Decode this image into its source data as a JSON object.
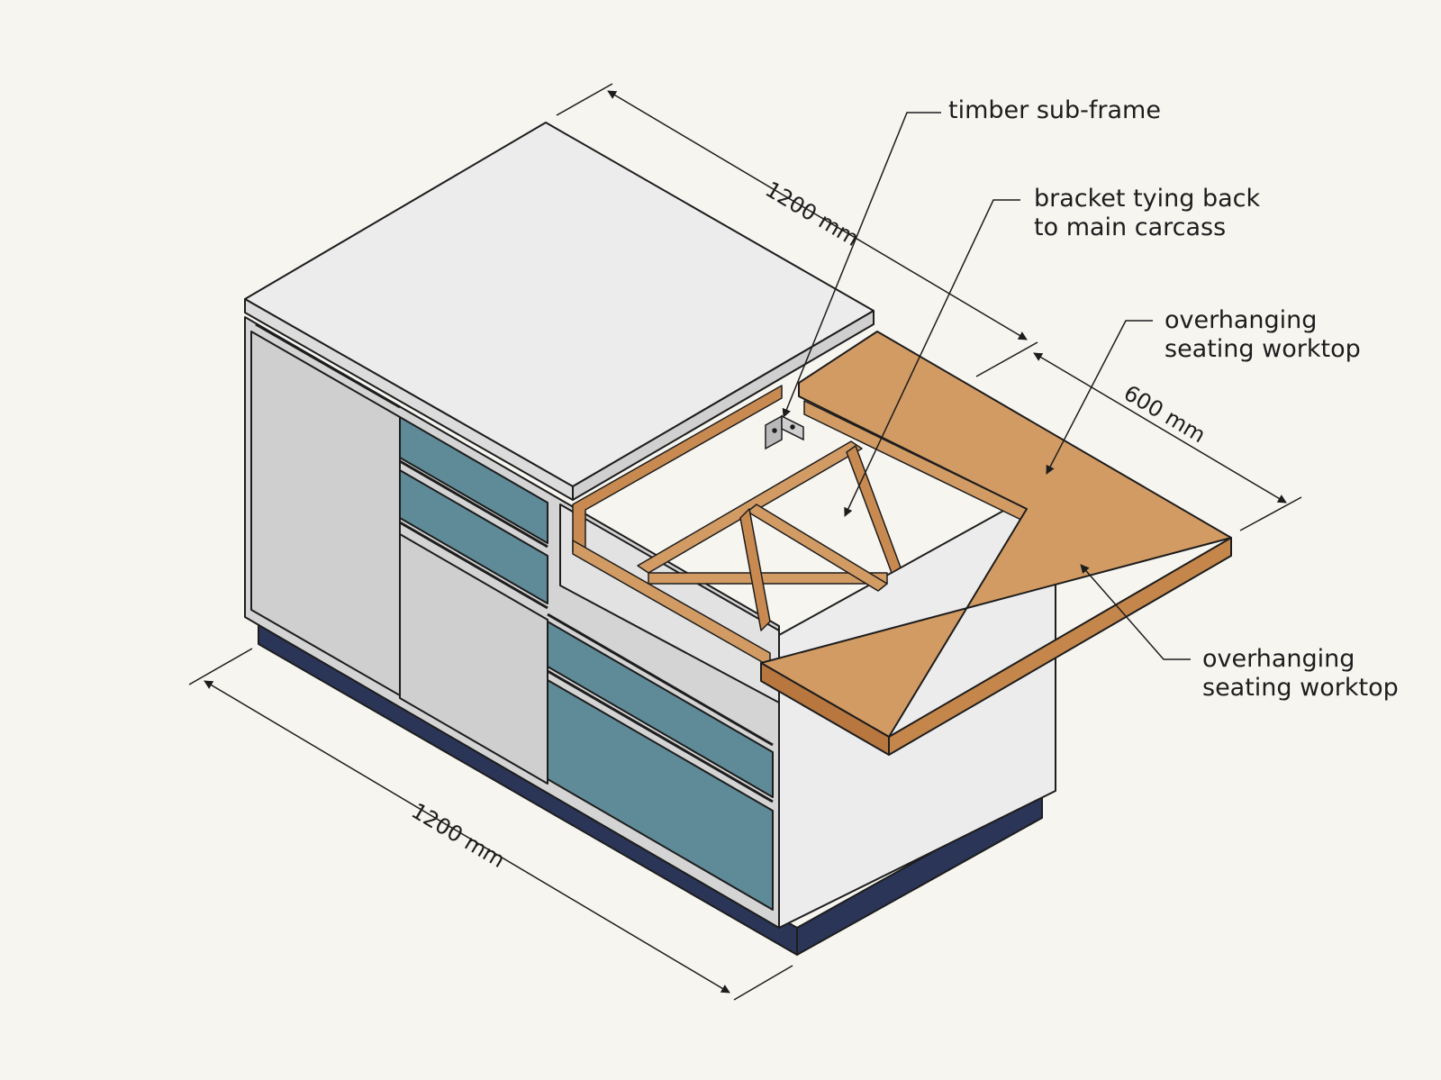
{
  "colors": {
    "background": "#f7f5f0",
    "worktop_white": "#ececec",
    "carcass_grey": "#d4d4d4",
    "drawer_teal": "#5f8b98",
    "plinth_navy": "#2a3558",
    "timber": "#d29b64",
    "timber_edge": "#b8773f",
    "outline": "#1d1d1d"
  },
  "dimensions": {
    "top_length": "1200 mm",
    "overhang_width": "600 mm",
    "front_length": "1200 mm"
  },
  "callouts": {
    "sub_frame": "timber sub-frame",
    "bracket": [
      "bracket tying back",
      "to main carcass"
    ],
    "worktop_upper": [
      "overhanging",
      "seating worktop"
    ],
    "worktop_lower": [
      "overhanging",
      "seating worktop"
    ]
  }
}
